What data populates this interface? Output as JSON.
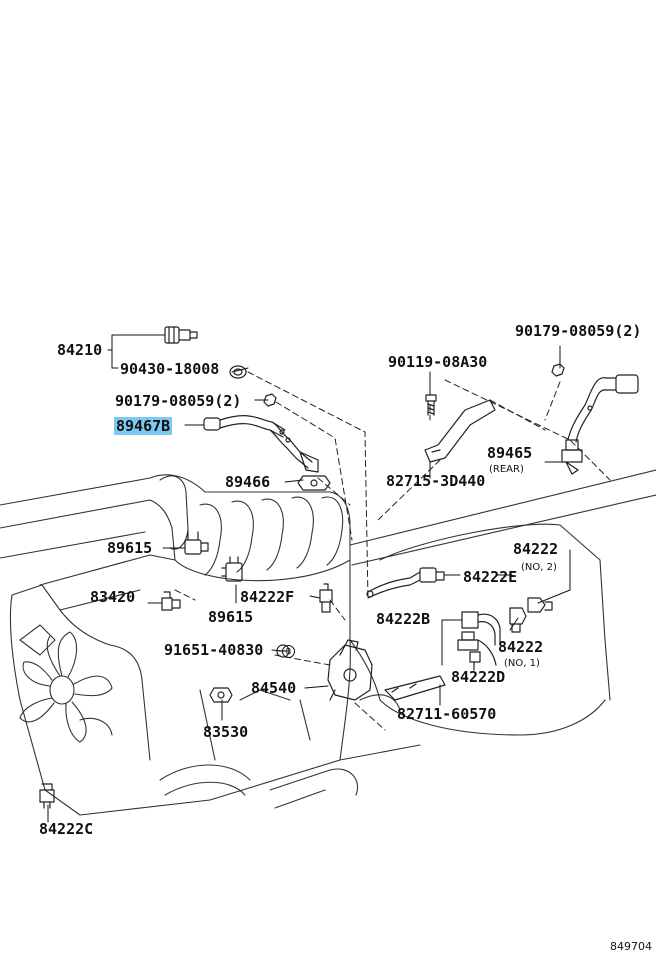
{
  "parts": {
    "p84210": "84210",
    "p90430": "90430-18008",
    "p90179a": "90179-08059(2)",
    "p89467b": "89467B",
    "p89466": "89466",
    "p90179b": "90179-08059(2)",
    "p90119": "90119-08A30",
    "p89465": "89465",
    "p89465_sub": "(REAR)",
    "p82715": "82715-3D440",
    "p89615a": "89615",
    "p89615b": "89615",
    "p83420": "83420",
    "p84222f": "84222F",
    "p84222e": "84222E",
    "p84222_2": "84222",
    "p84222_2_sub": "(NO, 2)",
    "p84222b": "84222B",
    "p84222_1": "84222",
    "p84222_1_sub": "(NO, 1)",
    "p84222d": "84222D",
    "p91651": "91651-40830",
    "p84540": "84540",
    "p82711": "82711-60570",
    "p83530": "83530",
    "p84222c": "84222C",
    "b_mark": "B"
  },
  "figure_ref": "849704",
  "colors": {
    "highlight": "#7cc8ee",
    "ink": "#111111"
  }
}
